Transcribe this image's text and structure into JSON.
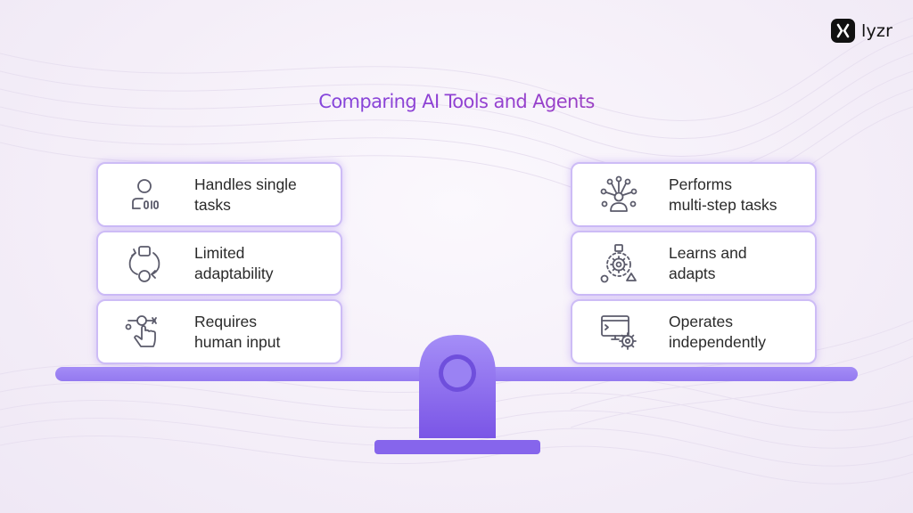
{
  "brand": {
    "name": "lyzr",
    "icon": "lyzr-logo-icon"
  },
  "title": "Comparing AI Tools and Agents",
  "tools": [
    {
      "icon": "person-binary-icon",
      "lines": [
        "Handles single",
        "tasks"
      ]
    },
    {
      "icon": "cycle-arrows-icon",
      "lines": [
        "Limited",
        "adaptability"
      ]
    },
    {
      "icon": "hand-tap-icon",
      "lines": [
        "Requires",
        "human input"
      ]
    }
  ],
  "agents": [
    {
      "icon": "person-network-icon",
      "lines": [
        "Performs",
        "multi-step tasks"
      ]
    },
    {
      "icon": "gear-shapes-icon",
      "lines": [
        "Learns and",
        "adapts"
      ]
    },
    {
      "icon": "monitor-gear-icon",
      "lines": [
        "Operates",
        "independently"
      ]
    }
  ],
  "colors": {
    "accent": "#9479f0",
    "card_border": "#cdbcf6",
    "title_start": "#6a4ef0",
    "title_end": "#b0409f"
  }
}
